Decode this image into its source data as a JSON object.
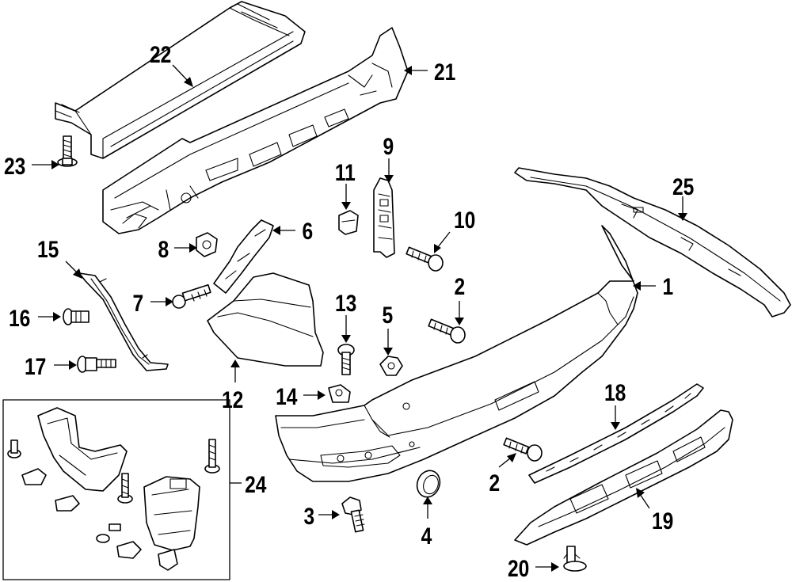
{
  "diagram": {
    "callouts": [
      {
        "id": "1",
        "label": "1"
      },
      {
        "id": "2a",
        "label": "2"
      },
      {
        "id": "2b",
        "label": "2"
      },
      {
        "id": "3",
        "label": "3"
      },
      {
        "id": "4",
        "label": "4"
      },
      {
        "id": "5",
        "label": "5"
      },
      {
        "id": "6",
        "label": "6"
      },
      {
        "id": "7",
        "label": "7"
      },
      {
        "id": "8",
        "label": "8"
      },
      {
        "id": "9",
        "label": "9"
      },
      {
        "id": "10",
        "label": "10"
      },
      {
        "id": "11",
        "label": "11"
      },
      {
        "id": "12",
        "label": "12"
      },
      {
        "id": "13",
        "label": "13"
      },
      {
        "id": "14",
        "label": "14"
      },
      {
        "id": "15",
        "label": "15"
      },
      {
        "id": "16",
        "label": "16"
      },
      {
        "id": "17",
        "label": "17"
      },
      {
        "id": "18",
        "label": "18"
      },
      {
        "id": "19",
        "label": "19"
      },
      {
        "id": "20",
        "label": "20"
      },
      {
        "id": "21",
        "label": "21"
      },
      {
        "id": "22",
        "label": "22"
      },
      {
        "id": "23",
        "label": "23"
      },
      {
        "id": "24",
        "label": "24"
      },
      {
        "id": "25",
        "label": "25"
      }
    ]
  }
}
